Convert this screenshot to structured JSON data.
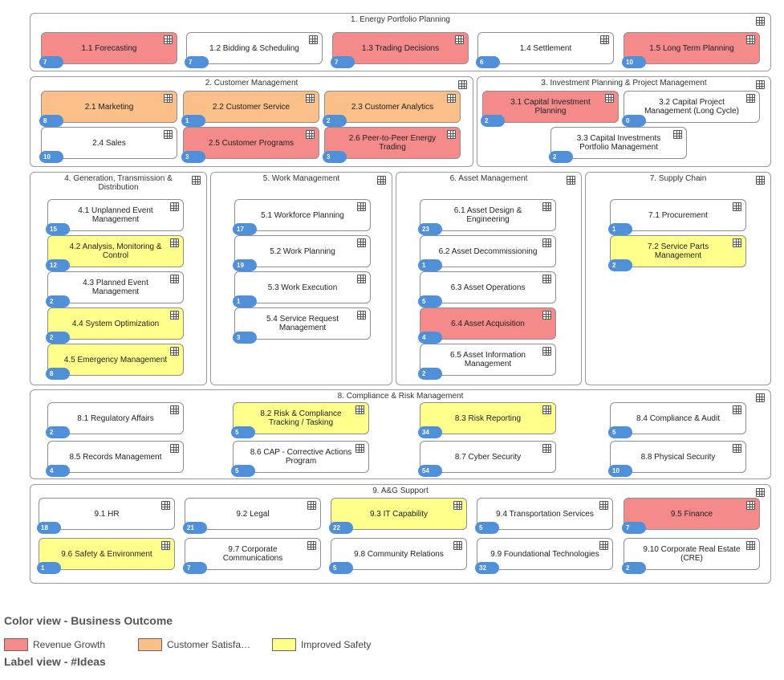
{
  "colors": {
    "red": "#f48a8a",
    "orange": "#fbbf8a",
    "yellow": "#ffff8c",
    "badge": "#4f90d8"
  },
  "groups": [
    {
      "title": "1. Energy Portfolio Planning"
    },
    {
      "title": "2. Customer Management"
    },
    {
      "title": "3. Investment Planning & Project Management"
    },
    {
      "title": "4. Generation, Transmission & Distribution"
    },
    {
      "title": "5. Work Management"
    },
    {
      "title": "6. Asset Management"
    },
    {
      "title": "7. Supply Chain"
    },
    {
      "title": "8. Compliance & Risk Management"
    },
    {
      "title": "9. A&G Support"
    }
  ],
  "caps": [
    {
      "label": "1.1 Forecasting",
      "count": "7",
      "color": "red"
    },
    {
      "label": "1.2 Bidding & Scheduling",
      "count": "7",
      "color": "none"
    },
    {
      "label": "1.3 Trading Decisions",
      "count": "7",
      "color": "red"
    },
    {
      "label": "1.4 Settlement",
      "count": "6",
      "color": "none"
    },
    {
      "label": "1.5 Long Term Planning",
      "count": "10",
      "color": "red"
    },
    {
      "label": "2.1 Marketing",
      "count": "8",
      "color": "orange"
    },
    {
      "label": "2.2 Customer Service",
      "count": "1",
      "color": "orange"
    },
    {
      "label": "2.3 Customer Analytics",
      "count": "2",
      "color": "orange"
    },
    {
      "label": "2.4 Sales",
      "count": "10",
      "color": "none"
    },
    {
      "label": "2.5 Customer Programs",
      "count": "3",
      "color": "red"
    },
    {
      "label": "2.6 Peer-to-Peer Energy Trading",
      "count": "3",
      "color": "red"
    },
    {
      "label": "3.1 Capital Investment Planning",
      "count": "2",
      "color": "red"
    },
    {
      "label": "3.2 Capital Project Management (Long Cycle)",
      "count": "0",
      "color": "none"
    },
    {
      "label": "3.3 Capital Investments Portfolio Management",
      "count": "2",
      "color": "none"
    },
    {
      "label": "4.1 Unplanned Event Management",
      "count": "15",
      "color": "none"
    },
    {
      "label": "4.2 Analysis, Monitoring & Control",
      "count": "12",
      "color": "yellow"
    },
    {
      "label": "4.3 Planned Event Management",
      "count": "2",
      "color": "none"
    },
    {
      "label": "4.4 System Optimization",
      "count": "2",
      "color": "yellow"
    },
    {
      "label": "4.5 Emergency Management",
      "count": "8",
      "color": "yellow"
    },
    {
      "label": "5.1 Workforce Planning",
      "count": "17",
      "color": "none"
    },
    {
      "label": "5.2 Work Planning",
      "count": "19",
      "color": "none"
    },
    {
      "label": "5.3 Work Execution",
      "count": "1",
      "color": "none"
    },
    {
      "label": "5.4 Service Request Management",
      "count": "3",
      "color": "none"
    },
    {
      "label": "6.1 Asset Design & Engineering",
      "count": "23",
      "color": "none"
    },
    {
      "label": "6.2 Asset Decommissioning",
      "count": "1",
      "color": "none"
    },
    {
      "label": "6.3 Asset Operations",
      "count": "5",
      "color": "none"
    },
    {
      "label": "6.4 Asset Acquisition",
      "count": "4",
      "color": "red"
    },
    {
      "label": "6.5 Asset Information Management",
      "count": "2",
      "color": "none"
    },
    {
      "label": "7.1 Procurement",
      "count": "1",
      "color": "none"
    },
    {
      "label": "7.2 Service Parts Management",
      "count": "2",
      "color": "yellow"
    },
    {
      "label": "8.1 Regulatory Affairs",
      "count": "2",
      "color": "none"
    },
    {
      "label": "8.2 Risk & Compliance Tracking / Tasking",
      "count": "5",
      "color": "yellow"
    },
    {
      "label": "8.3 Risk Reporting",
      "count": "34",
      "color": "yellow"
    },
    {
      "label": "8.4 Compliance & Audit",
      "count": "5",
      "color": "none"
    },
    {
      "label": "8.5 Records Management",
      "count": "4",
      "color": "none"
    },
    {
      "label": "8.6 CAP - Corrective Actions Program",
      "count": "5",
      "color": "none"
    },
    {
      "label": "8.7 Cyber Security",
      "count": "54",
      "color": "none"
    },
    {
      "label": "8.8 Physical Security",
      "count": "10",
      "color": "none"
    },
    {
      "label": "9.1 HR",
      "count": "18",
      "color": "none"
    },
    {
      "label": "9.2 Legal",
      "count": "21",
      "color": "none"
    },
    {
      "label": "9.3 IT Capability",
      "count": "22",
      "color": "yellow"
    },
    {
      "label": "9.4 Transportation Services",
      "count": "5",
      "color": "none"
    },
    {
      "label": "9.5 Finance",
      "count": "7",
      "color": "red"
    },
    {
      "label": "9.6 Safety & Environment",
      "count": "1",
      "color": "yellow"
    },
    {
      "label": "9.7 Corporate Communications",
      "count": "7",
      "color": "none"
    },
    {
      "label": "9.8 Community Relations",
      "count": "5",
      "color": "none"
    },
    {
      "label": "9.9 Foundational Technologies",
      "count": "32",
      "color": "none"
    },
    {
      "label": "9.10 Corporate Real Estate (CRE)",
      "count": "2",
      "color": "none"
    }
  ],
  "legend": {
    "color_view_title": "Color view - Business Outcome",
    "items": [
      {
        "label": "Revenue Growth",
        "color": "red"
      },
      {
        "label": "Customer Satisfa…",
        "color": "orange"
      },
      {
        "label": "Improved Safety",
        "color": "yellow"
      }
    ],
    "label_view_title": "Label view - #Ideas"
  }
}
